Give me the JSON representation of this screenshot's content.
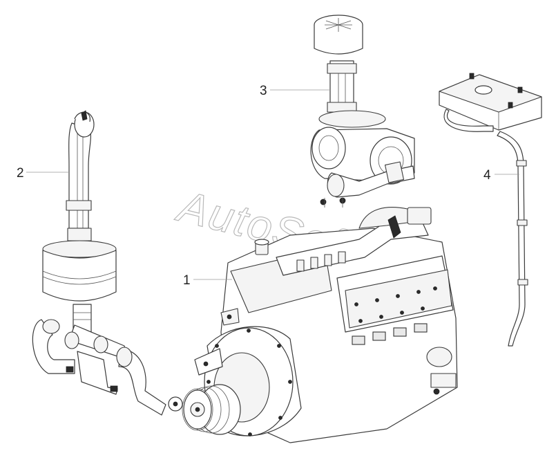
{
  "callouts": [
    {
      "id": "1",
      "label": "1"
    },
    {
      "id": "2",
      "label": "2"
    },
    {
      "id": "3",
      "label": "3"
    },
    {
      "id": "4",
      "label": "4"
    }
  ],
  "watermark": "AutoSoft"
}
